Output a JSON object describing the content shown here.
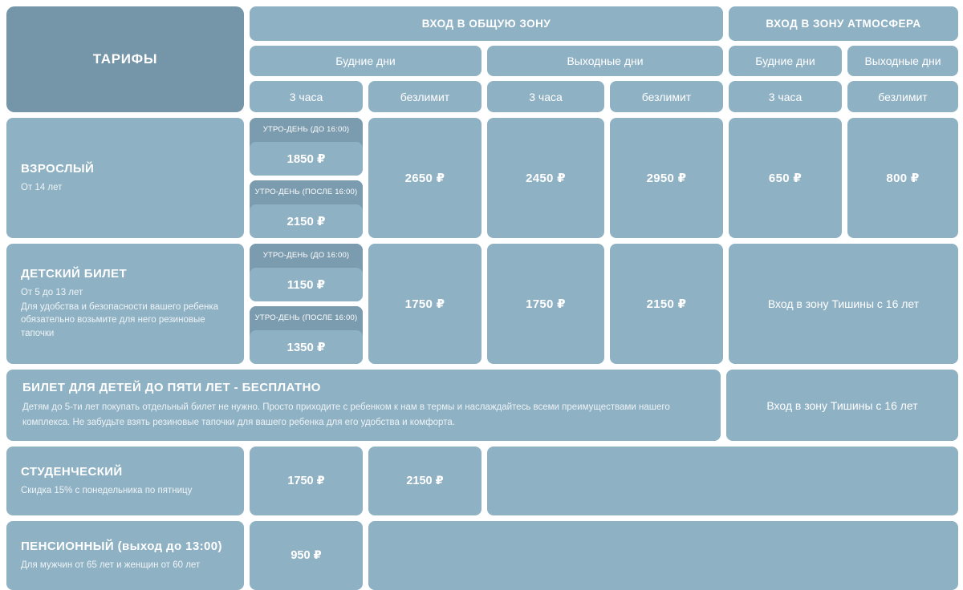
{
  "title": "ТАРИФЫ",
  "header": {
    "zones": [
      {
        "label": "ВХОД В ОБЩУЮ ЗОНУ",
        "days": [
          {
            "label": "Будние дни",
            "durations": [
              "3 часа",
              "безлимит"
            ]
          },
          {
            "label": "Выходные дни",
            "durations": [
              "3 часа",
              "безлимит"
            ]
          }
        ]
      },
      {
        "label": "ВХОД В ЗОНУ АТМОСФЕРА",
        "days": [
          {
            "label": "Будние дни",
            "durations": [
              "3 часа"
            ]
          },
          {
            "label": "Выходные дни",
            "durations": [
              "безлимит"
            ]
          }
        ]
      }
    ]
  },
  "rows": [
    {
      "name": "ВЗРОСЛЫЙ",
      "sub1": "От 14 лет",
      "sub2": "",
      "sub3": "",
      "split": {
        "a_label": "УТРО-ДЕНЬ (ДО 16:00)",
        "a_value": "1850 ₽",
        "b_label": "УТРО-ДЕНЬ (ПОСЛЕ 16:00)",
        "b_value": "2150 ₽"
      },
      "weekday_unlimited": "2650 ₽",
      "weekend_3h": "2450 ₽",
      "weekend_unlimited": "2950 ₽",
      "atmo_weekday": "650 ₽",
      "atmo_weekend": "800 ₽"
    },
    {
      "name": "ДЕТСКИЙ БИЛЕТ",
      "sub1": "От 5 до 13 лет",
      "sub2": "Для удобства и безопасности вашего ребенка",
      "sub3": "обязательно возьмите для него резиновые",
      "sub4": "тапочки",
      "split": {
        "a_label": "УТРО-ДЕНЬ (ДО 16:00)",
        "a_value": "1150 ₽",
        "b_label": "УТРО-ДЕНЬ (ПОСЛЕ 16:00)",
        "b_value": "1350 ₽"
      },
      "weekday_unlimited": "1750 ₽",
      "weekend_3h": "1750 ₽",
      "weekend_unlimited": "2150 ₽",
      "atmo_note": "Вход в зону Тишины с 16 лет"
    }
  ],
  "free_banner": {
    "title": "БИЛЕТ ДЛЯ ДЕТЕЙ ДО ПЯТИ ЛЕТ - БЕСПЛАТНО",
    "line1": "Детям до 5-ти лет покупать отдельный билет не нужно. Просто приходите с ребенком к нам в термы и наслаждайтесь всеми преимуществами нашего",
    "line2": "комплекса. Не забудьте взять резиновые тапочки для вашего ребенка для его удобства и комфорта.",
    "atmo_note": "Вход в зону Тишины с 16 лет"
  },
  "student": {
    "name": "СТУДЕНЧЕСКИЙ",
    "sub1": "Скидка 15% с понедельника по пятницу",
    "weekday_3h": "1750 ₽",
    "weekday_unlimited": "2150 ₽"
  },
  "pension": {
    "name_bold": "ПЕНСИОННЫЙ",
    "name_rest": " (выход до 13:00)",
    "sub1": "Для мужчин от 65 лет и женщин от 60 лет",
    "weekday_3h": "950 ₽"
  },
  "colors": {
    "page_bg": "#ffffff",
    "cell": "#8fb1c4",
    "cell_dark": "#7b9bae",
    "title_cell": "#7595a9",
    "text": "#ffffff"
  }
}
